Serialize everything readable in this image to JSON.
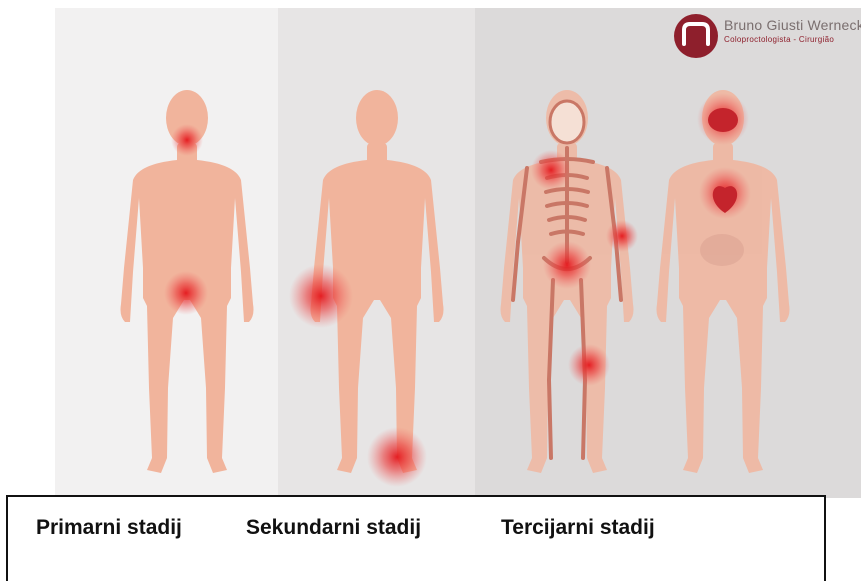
{
  "logo": {
    "line1": "Bruno Giusti Werneck",
    "line2": "Coloproctologista - Cirurgião",
    "brand_color": "#8e1f2c",
    "icon": "intestine-logo-icon"
  },
  "stages": [
    {
      "label": "Primarni stadij"
    },
    {
      "label": "Sekundarni stadij"
    },
    {
      "label": "Tercijarni stadij"
    }
  ],
  "colors": {
    "panel_primary": "#f2f1f1",
    "panel_secondary": "#e7e5e5",
    "panel_tertiary": "#dcdada",
    "skin": "#f1b49c",
    "skeleton": "#c97766",
    "lesion": "#e8282c"
  }
}
